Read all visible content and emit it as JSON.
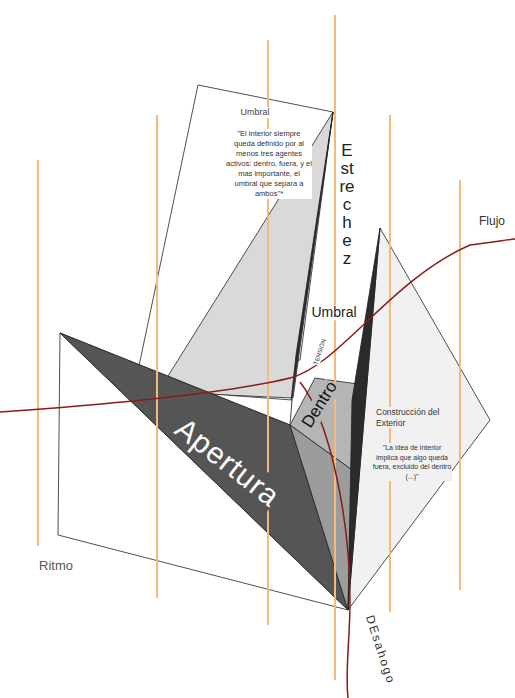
{
  "diagram": {
    "nodes": [
      {
        "text": [
          "Umbral",
          "\"El interior siempre queda definido por al menos tres agentes activos: dentro, fuera, y el mas importante, el umbral que separa a ambos\"*"
        ]
      },
      {
        "text": [
          "Construcción del Exterior",
          "\"La idea de interior implica que algo queda fuera, excluido del dentro (...)\""
        ]
      }
    ],
    "labels": [
      "Estrechez",
      "Umbral",
      "TENSIÓN",
      "Dentro",
      "Apertura",
      "Flujo",
      "Ritmo",
      "DEsahogo"
    ]
  }
}
